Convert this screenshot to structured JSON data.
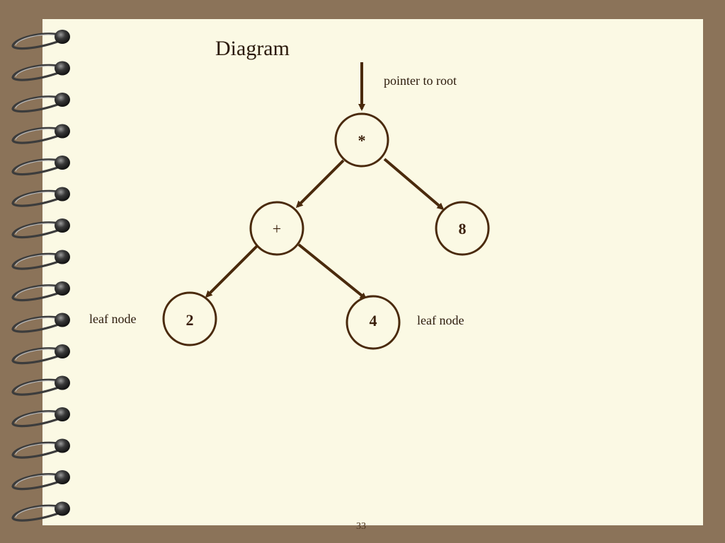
{
  "slide": {
    "title": "Diagram",
    "page_number": "33"
  },
  "annotations": {
    "root_pointer": "pointer to root",
    "leaf_left": "leaf node",
    "leaf_right": "leaf node"
  },
  "tree": {
    "root": "*",
    "left_child": "+",
    "right_child": "8",
    "left_left_leaf": "2",
    "left_right_leaf": "4"
  },
  "colors": {
    "background": "#8b7359",
    "page": "#fbf9e4",
    "ink": "#4a2a0c"
  }
}
